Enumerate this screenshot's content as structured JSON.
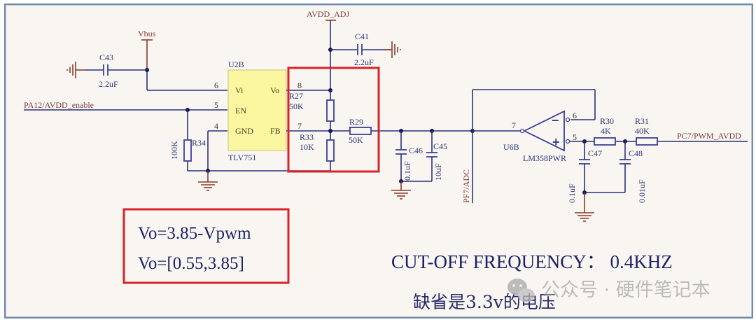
{
  "nets": {
    "vbus": "Vbus",
    "avdd_adj": "AVDD_ADJ",
    "pa12": "PA12/AVDD_enable",
    "pf7": "PF7/ADC",
    "pc7": "PC7/PWM_AVDD"
  },
  "u2b": {
    "ref": "U2B",
    "part": "TLV751",
    "pins": [
      {
        "num": "6",
        "name": "Vi"
      },
      {
        "num": "5",
        "name": "EN"
      },
      {
        "num": "4",
        "name": "GND"
      },
      {
        "num": "8",
        "name": "Vo"
      },
      {
        "num": "7",
        "name": "FB"
      }
    ]
  },
  "u6b": {
    "ref": "U6B",
    "part": "LM358PWR",
    "pins": {
      "out": "7",
      "inv": "6",
      "noninv": "5"
    },
    "minus": "−",
    "plus": "+"
  },
  "components": {
    "c43": {
      "ref": "C43",
      "value": "2.2uF"
    },
    "c41": {
      "ref": "C41",
      "value": "2.2uF"
    },
    "r34": {
      "ref": "R34",
      "value": "100K"
    },
    "r27": {
      "ref": "R27",
      "value": "50K"
    },
    "r33": {
      "ref": "R33",
      "value": "10K"
    },
    "r29": {
      "ref": "R29",
      "value": "50K"
    },
    "c46": {
      "ref": "C46",
      "value": "0.1uF"
    },
    "c45": {
      "ref": "C45",
      "value": "10uF"
    },
    "r30": {
      "ref": "R30",
      "value": "4K"
    },
    "r31": {
      "ref": "R31",
      "value": "40K"
    },
    "c47": {
      "ref": "C47",
      "value": "0.1uF"
    },
    "c48": {
      "ref": "C48",
      "value": "0.01uF"
    }
  },
  "equations": {
    "line1": "Vo=3.85-Vpwm",
    "line2": "Vo=[0.55,3.85]"
  },
  "notes": {
    "cutoff": "CUT-OFF FREQUENCY： 0.4KHZ",
    "default": "缺省是3.3v的电压"
  },
  "watermark": {
    "text": "公众号 · 硬件笔记本",
    "icon": "wechat-icon"
  },
  "colors": {
    "highlight": "#d8232a",
    "wire": "#2b2f7a",
    "chip_fill": "#fbf7a0"
  }
}
